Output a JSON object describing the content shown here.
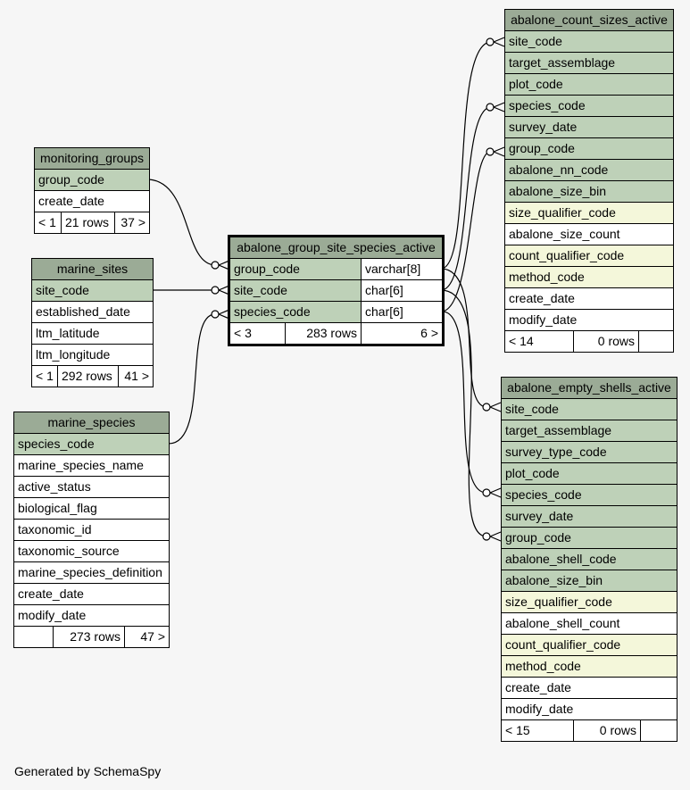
{
  "tables": {
    "monitoring_groups": {
      "name": "monitoring_groups",
      "columns": [
        {
          "name": "group_code",
          "kind": "pk"
        },
        {
          "name": "create_date",
          "kind": "plain"
        }
      ],
      "footer": [
        "< 1",
        "21 rows",
        "37 >"
      ]
    },
    "marine_sites": {
      "name": "marine_sites",
      "columns": [
        {
          "name": "site_code",
          "kind": "pk"
        },
        {
          "name": "established_date",
          "kind": "plain"
        },
        {
          "name": "ltm_latitude",
          "kind": "plain"
        },
        {
          "name": "ltm_longitude",
          "kind": "plain"
        }
      ],
      "footer": [
        "< 1",
        "292 rows",
        "41 >"
      ]
    },
    "marine_species": {
      "name": "marine_species",
      "columns": [
        {
          "name": "species_code",
          "kind": "pk"
        },
        {
          "name": "marine_species_name",
          "kind": "plain"
        },
        {
          "name": "active_status",
          "kind": "plain"
        },
        {
          "name": "biological_flag",
          "kind": "plain"
        },
        {
          "name": "taxonomic_id",
          "kind": "plain"
        },
        {
          "name": "taxonomic_source",
          "kind": "plain"
        },
        {
          "name": "marine_species_definition",
          "kind": "plain"
        },
        {
          "name": "create_date",
          "kind": "plain"
        },
        {
          "name": "modify_date",
          "kind": "plain"
        }
      ],
      "footer": [
        "",
        "273 rows",
        "47 >"
      ]
    },
    "abalone_group_site_species_active": {
      "name": "abalone_group_site_species_active",
      "columns": [
        {
          "name": "group_code",
          "type": "varchar[8]"
        },
        {
          "name": "site_code",
          "type": "char[6]"
        },
        {
          "name": "species_code",
          "type": "char[6]"
        }
      ],
      "footer": [
        "< 3",
        "283 rows",
        "6 >"
      ]
    },
    "abalone_count_sizes_active": {
      "name": "abalone_count_sizes_active",
      "columns": [
        {
          "name": "site_code",
          "kind": "pk"
        },
        {
          "name": "target_assemblage",
          "kind": "pk"
        },
        {
          "name": "plot_code",
          "kind": "pk"
        },
        {
          "name": "species_code",
          "kind": "pk"
        },
        {
          "name": "survey_date",
          "kind": "pk"
        },
        {
          "name": "group_code",
          "kind": "pk"
        },
        {
          "name": "abalone_nn_code",
          "kind": "pk"
        },
        {
          "name": "abalone_size_bin",
          "kind": "pk"
        },
        {
          "name": "size_qualifier_code",
          "kind": "idx"
        },
        {
          "name": "abalone_size_count",
          "kind": "plain"
        },
        {
          "name": "count_qualifier_code",
          "kind": "idx"
        },
        {
          "name": "method_code",
          "kind": "idx"
        },
        {
          "name": "create_date",
          "kind": "plain"
        },
        {
          "name": "modify_date",
          "kind": "plain"
        }
      ],
      "footer": [
        "< 14",
        "0 rows",
        ""
      ]
    },
    "abalone_empty_shells_active": {
      "name": "abalone_empty_shells_active",
      "columns": [
        {
          "name": "site_code",
          "kind": "pk"
        },
        {
          "name": "target_assemblage",
          "kind": "pk"
        },
        {
          "name": "survey_type_code",
          "kind": "pk"
        },
        {
          "name": "plot_code",
          "kind": "pk"
        },
        {
          "name": "species_code",
          "kind": "pk"
        },
        {
          "name": "survey_date",
          "kind": "pk"
        },
        {
          "name": "group_code",
          "kind": "pk"
        },
        {
          "name": "abalone_shell_code",
          "kind": "pk"
        },
        {
          "name": "abalone_size_bin",
          "kind": "pk"
        },
        {
          "name": "size_qualifier_code",
          "kind": "idx"
        },
        {
          "name": "abalone_shell_count",
          "kind": "plain"
        },
        {
          "name": "count_qualifier_code",
          "kind": "idx"
        },
        {
          "name": "method_code",
          "kind": "idx"
        },
        {
          "name": "create_date",
          "kind": "plain"
        },
        {
          "name": "modify_date",
          "kind": "plain"
        }
      ],
      "footer": [
        "< 15",
        "0 rows",
        ""
      ]
    }
  },
  "footer_text": "Generated by SchemaSpy",
  "colors": {
    "header": "#9bab96",
    "key": "#bed1b8",
    "indexed": "#f4f7da",
    "background": "#f6f6f6"
  }
}
